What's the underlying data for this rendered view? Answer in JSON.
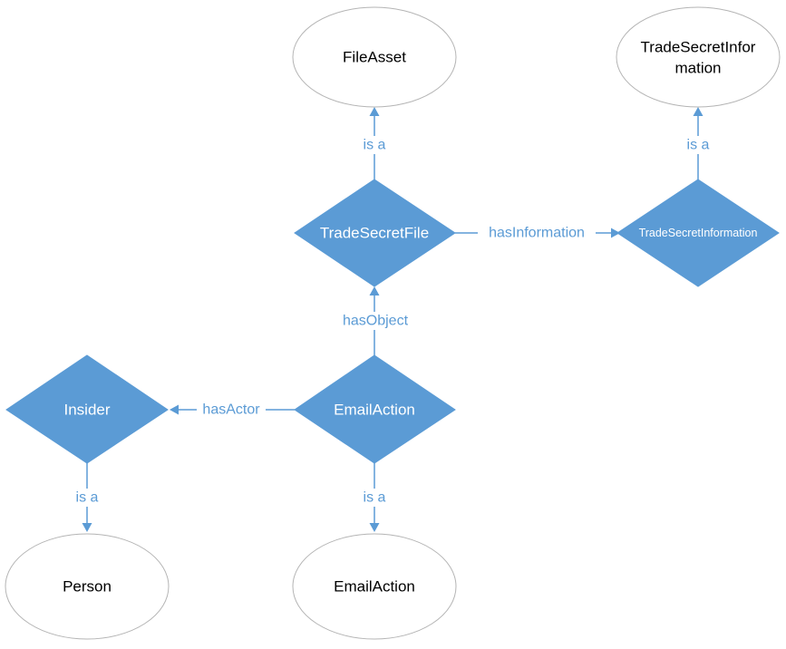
{
  "nodes": {
    "file_asset": "FileAsset",
    "trade_secret_information_class_line1": "TradeSecretInfor",
    "trade_secret_information_class_line2": "mation",
    "trade_secret_file": "TradeSecretFile",
    "trade_secret_information": "TradeSecretInformation",
    "email_action": "EmailAction",
    "insider": "Insider",
    "person": "Person",
    "email_action_class": "EmailAction"
  },
  "edges": {
    "file_is_a": "is a",
    "info_is_a": "is a",
    "has_information": "hasInformation",
    "has_object": "hasObject",
    "has_actor": "hasActor",
    "insider_is_a": "is a",
    "email_is_a": "is a"
  },
  "colors": {
    "diamond_fill": "#5b9bd5",
    "edge": "#5b9bd5",
    "ellipse_stroke": "#b4b4b4"
  }
}
